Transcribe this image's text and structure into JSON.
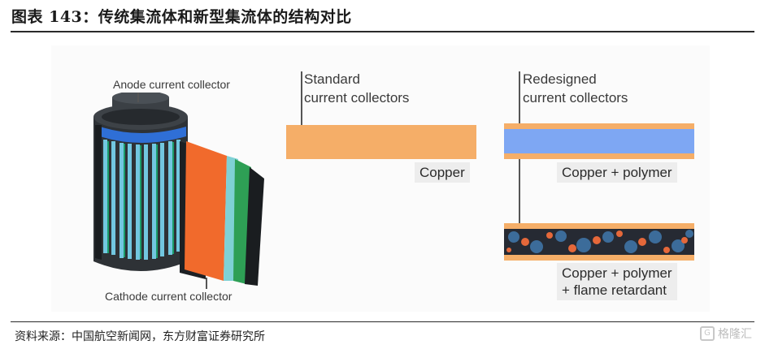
{
  "figure": {
    "title": "图表 143：传统集流体和新型集流体的结构对比",
    "source": "资料来源：中国航空新闻网，东方财富证券研究所",
    "watermark": "格隆汇",
    "watermark_icon": "G-logo"
  },
  "diagram": {
    "cell": {
      "anode_label": "Anode current collector",
      "cathode_label": "Cathode current collector"
    },
    "standard": {
      "heading_line1": "Standard",
      "heading_line2": "current collectors",
      "layer_caption": "Copper"
    },
    "redesigned": {
      "heading_line1": "Redesigned",
      "heading_line2": "current collectors",
      "layer1_caption": "Copper + polymer",
      "layer2_caption_line1": "Copper + polymer",
      "layer2_caption_line2": "+ flame retardant"
    },
    "colors": {
      "copper": "#f5ae68",
      "polymer": "#7ea7f3",
      "retardant_dark": "#262a33",
      "retardant_blue": "#3c6c9a",
      "retardant_orange": "#e5683a"
    }
  }
}
